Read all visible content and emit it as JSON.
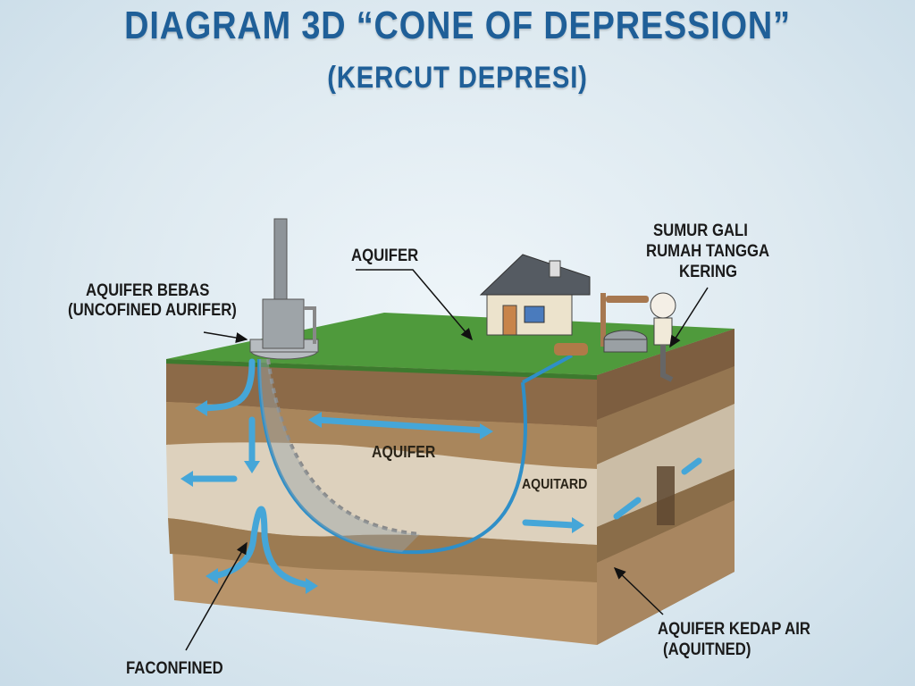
{
  "title": {
    "main": "DIAGRAM 3D “CONE OF DEPRESSION”",
    "sub": "(KERCUT DEPRESI)"
  },
  "labels": {
    "unconfined": {
      "line1": "AQUIFER BEBAS",
      "line2": "(UNCOFINED AURIFER)"
    },
    "aquifer_top": "AQUIFER",
    "dug_well": {
      "line1": "SUMUR GALI",
      "line2": "RUMAH TANGGA",
      "line3": "KERING"
    },
    "aquifer_layer": "AQUIFER",
    "aquitard": "AQUITARD",
    "confined": "FACONFINED",
    "impermeable": {
      "line1": "AQUIFER KEDAP AIR",
      "line2": "(AQUITNED)"
    }
  },
  "colors": {
    "title": "#1f5f98",
    "grass": "#4f9a3c",
    "topsoil": "#8c6a48",
    "aquifer": "#a9865c",
    "aquitard": "#ddd1bd",
    "confining": "#9c7b52",
    "bottom": "#b8946a",
    "water": "#3aa0d6"
  }
}
